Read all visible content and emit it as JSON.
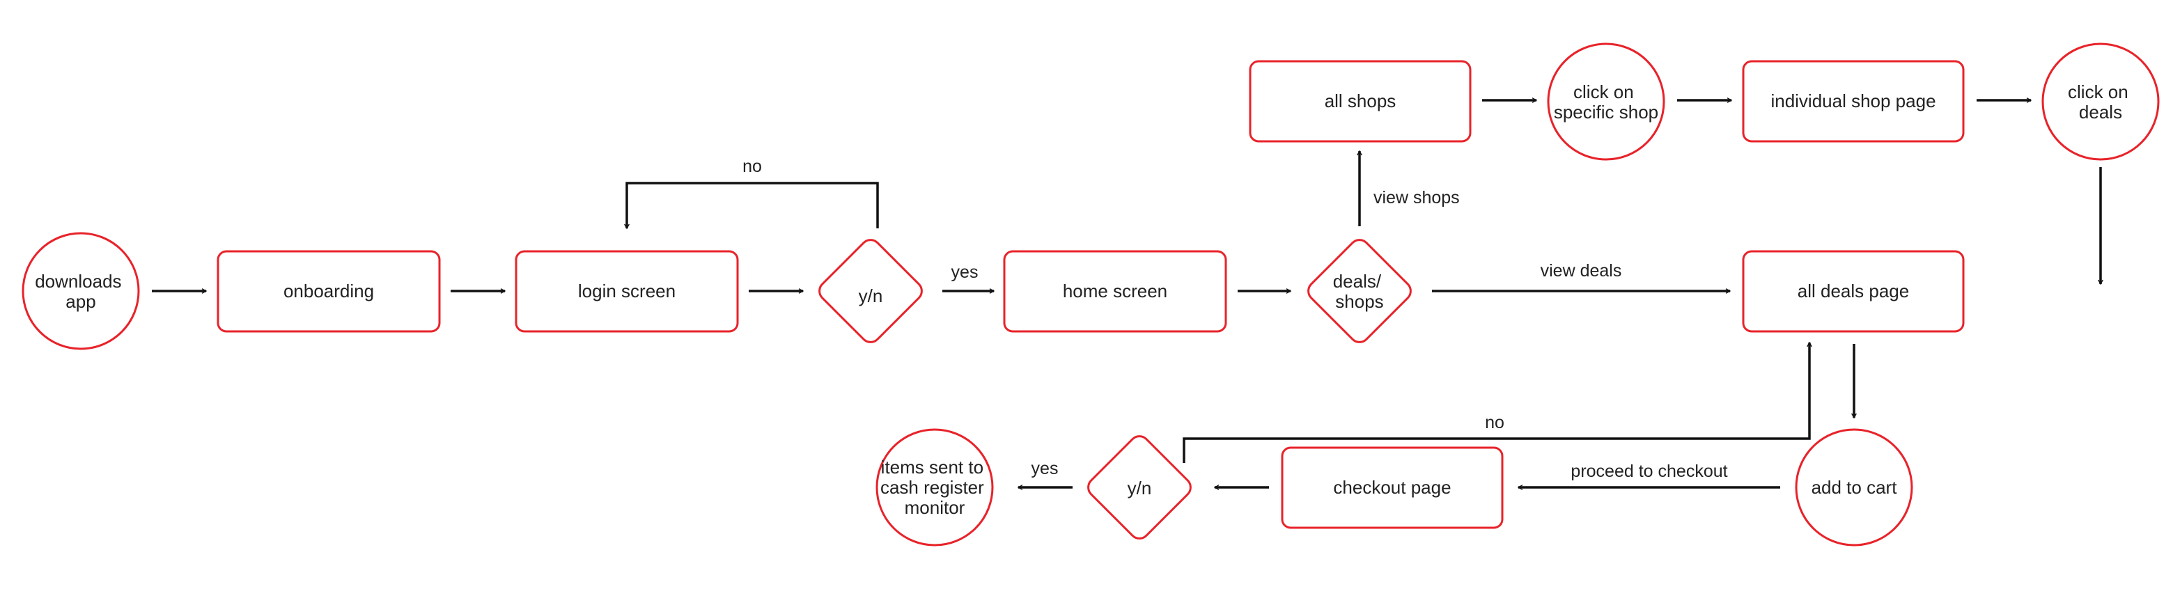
{
  "colors": {
    "node_stroke": "#e8232a",
    "edge": "#111111",
    "text": "#222222",
    "background": "#ffffff"
  },
  "nodes": {
    "downloads_app": [
      "downloads",
      "app"
    ],
    "onboarding": [
      "onboarding"
    ],
    "login_screen": [
      "login screen"
    ],
    "login_decision": [
      "y/n"
    ],
    "home_screen": [
      "home screen"
    ],
    "deals_shops": [
      "deals/",
      "shops"
    ],
    "all_shops": [
      "all shops"
    ],
    "click_specific_shop": [
      "click on",
      "specific shop"
    ],
    "individual_shop_page": [
      "individual shop page"
    ],
    "click_deals": [
      "click on",
      "deals"
    ],
    "all_deals_page": [
      "all deals page"
    ],
    "add_to_cart": [
      "add to cart"
    ],
    "checkout_page": [
      "checkout page"
    ],
    "checkout_decision": [
      "y/n"
    ],
    "items_sent": [
      "items sent to",
      "cash register",
      "monitor"
    ]
  },
  "edge_labels": {
    "login_no": "no",
    "login_yes": "yes",
    "view_shops": "view shops",
    "view_deals": "view deals",
    "checkout_no": "no",
    "proceed_to_checkout": "proceed to checkout",
    "checkout_yes": "yes"
  }
}
